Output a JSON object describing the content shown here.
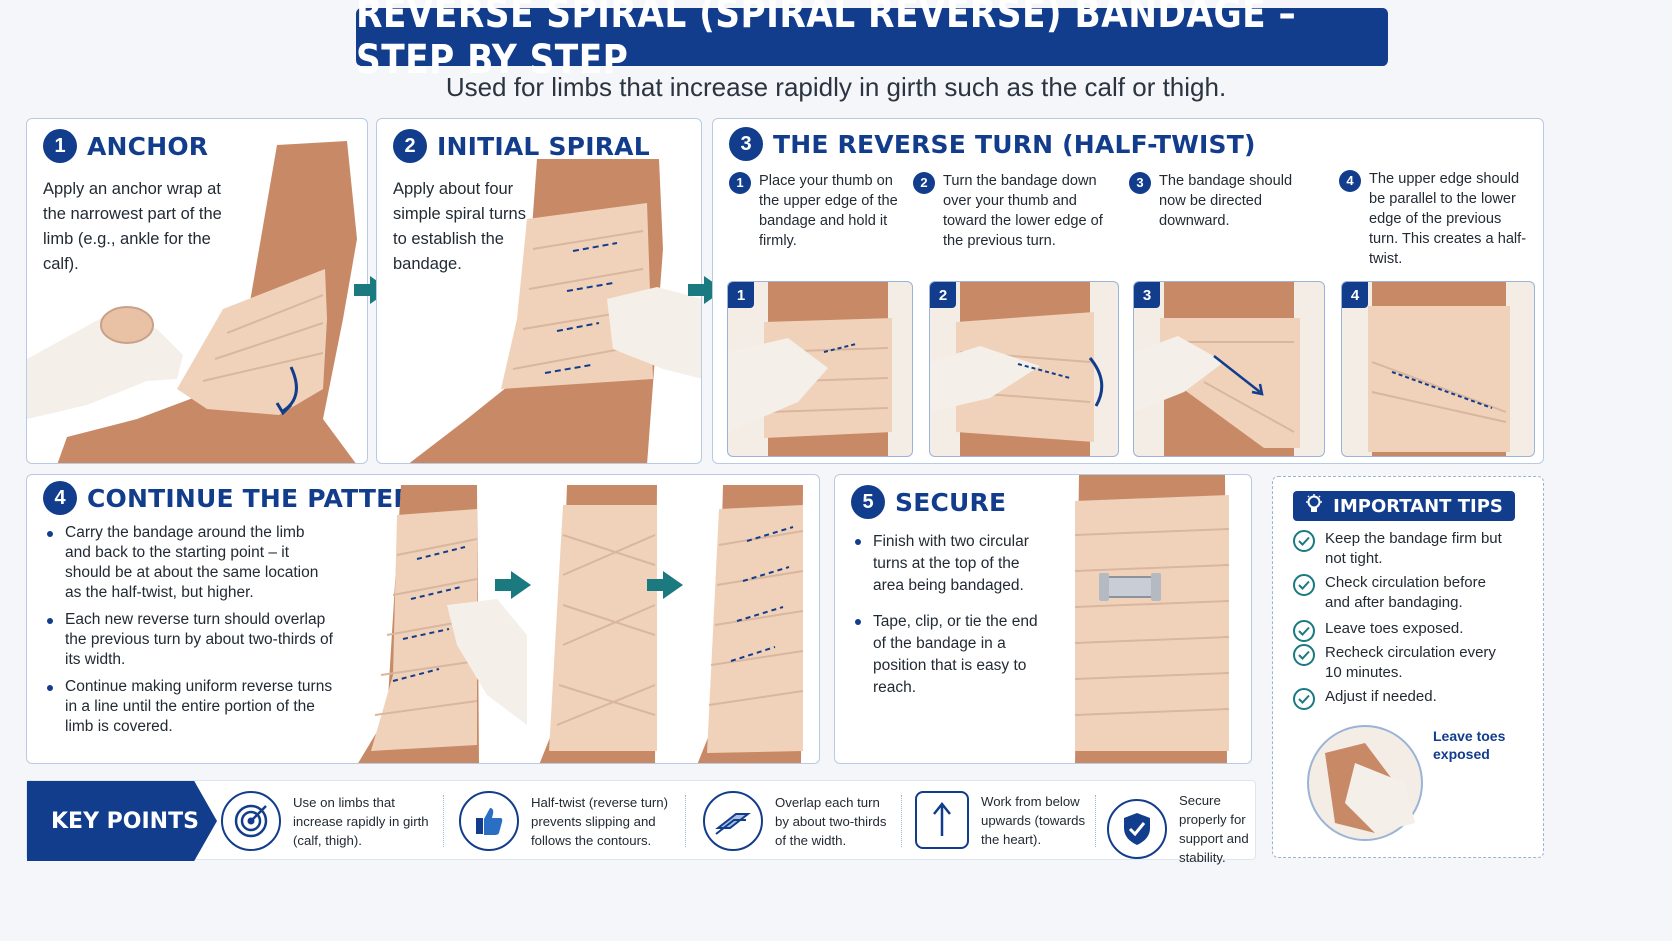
{
  "header": {
    "title": "REVERSE SPIRAL (SPIRAL REVERSE) BANDAGE – STEP BY STEP",
    "subtitle": "Used for limbs that increase rapidly in girth such as the calf or thigh."
  },
  "steps": {
    "anchor": {
      "num": "1",
      "title": "ANCHOR",
      "text": "Apply an anchor wrap at the narrowest part of the limb (e.g., ankle for the calf)."
    },
    "initial_spiral": {
      "num": "2",
      "title": "INITIAL SPIRAL",
      "text": "Apply about four simple spiral turns to establish the bandage."
    },
    "reverse_turn": {
      "num": "3",
      "title": "THE REVERSE TURN (HALF-TWIST)",
      "substeps": [
        {
          "num": "1",
          "text": "Place your thumb on the upper edge of the bandage and hold it firmly."
        },
        {
          "num": "2",
          "text": "Turn the bandage down over your thumb and toward the lower edge of the previous turn."
        },
        {
          "num": "3",
          "text": "The bandage should now be directed downward."
        },
        {
          "num": "4",
          "text": "The upper edge should be parallel to the lower edge of the previous turn. This creates a half-twist."
        }
      ],
      "frames": [
        "1",
        "2",
        "3",
        "4"
      ]
    },
    "continue": {
      "num": "4",
      "title": "CONTINUE THE PATTERN",
      "bullets": [
        "Carry the bandage around the limb and back to the starting point – it should be at about the same location as the half-twist, but higher.",
        "Each new reverse turn should overlap the previous turn by about two-thirds of its width.",
        "Continue making uniform reverse turns in a line until the entire portion of the limb is covered."
      ]
    },
    "secure": {
      "num": "5",
      "title": "SECURE",
      "bullets": [
        "Finish with two circular turns at the top of the area being bandaged.",
        "Tape, clip, or tie the end of the bandage in a position that is easy to reach."
      ]
    }
  },
  "tips": {
    "title": "IMPORTANT TIPS",
    "items": [
      "Keep the bandage firm but not tight.",
      "Check circulation before and after bandaging.",
      "Leave toes exposed.",
      "Recheck circulation every 10 minutes.",
      "Adjust if needed."
    ],
    "photo_caption": "Leave toes exposed"
  },
  "key_points": {
    "label": "KEY POINTS",
    "items": [
      {
        "icon": "target-icon",
        "text": "Use on limbs that increase rapidly in girth (calf, thigh)."
      },
      {
        "icon": "thumbs-up-icon",
        "text": "Half-twist (reverse turn) prevents slipping and follows the contours."
      },
      {
        "icon": "overlap-icon",
        "text": "Overlap each turn by about two-thirds of the width."
      },
      {
        "icon": "up-arrow-icon",
        "text": "Work from below upwards (towards the heart)."
      },
      {
        "icon": "shield-check-icon",
        "text": "Secure properly for support and stability."
      }
    ]
  },
  "colors": {
    "primary": "#123c8c",
    "accent": "#1a7a80",
    "border": "#b9cbe3",
    "bandage": "#f0d2bb",
    "skin": "#c88a66"
  }
}
